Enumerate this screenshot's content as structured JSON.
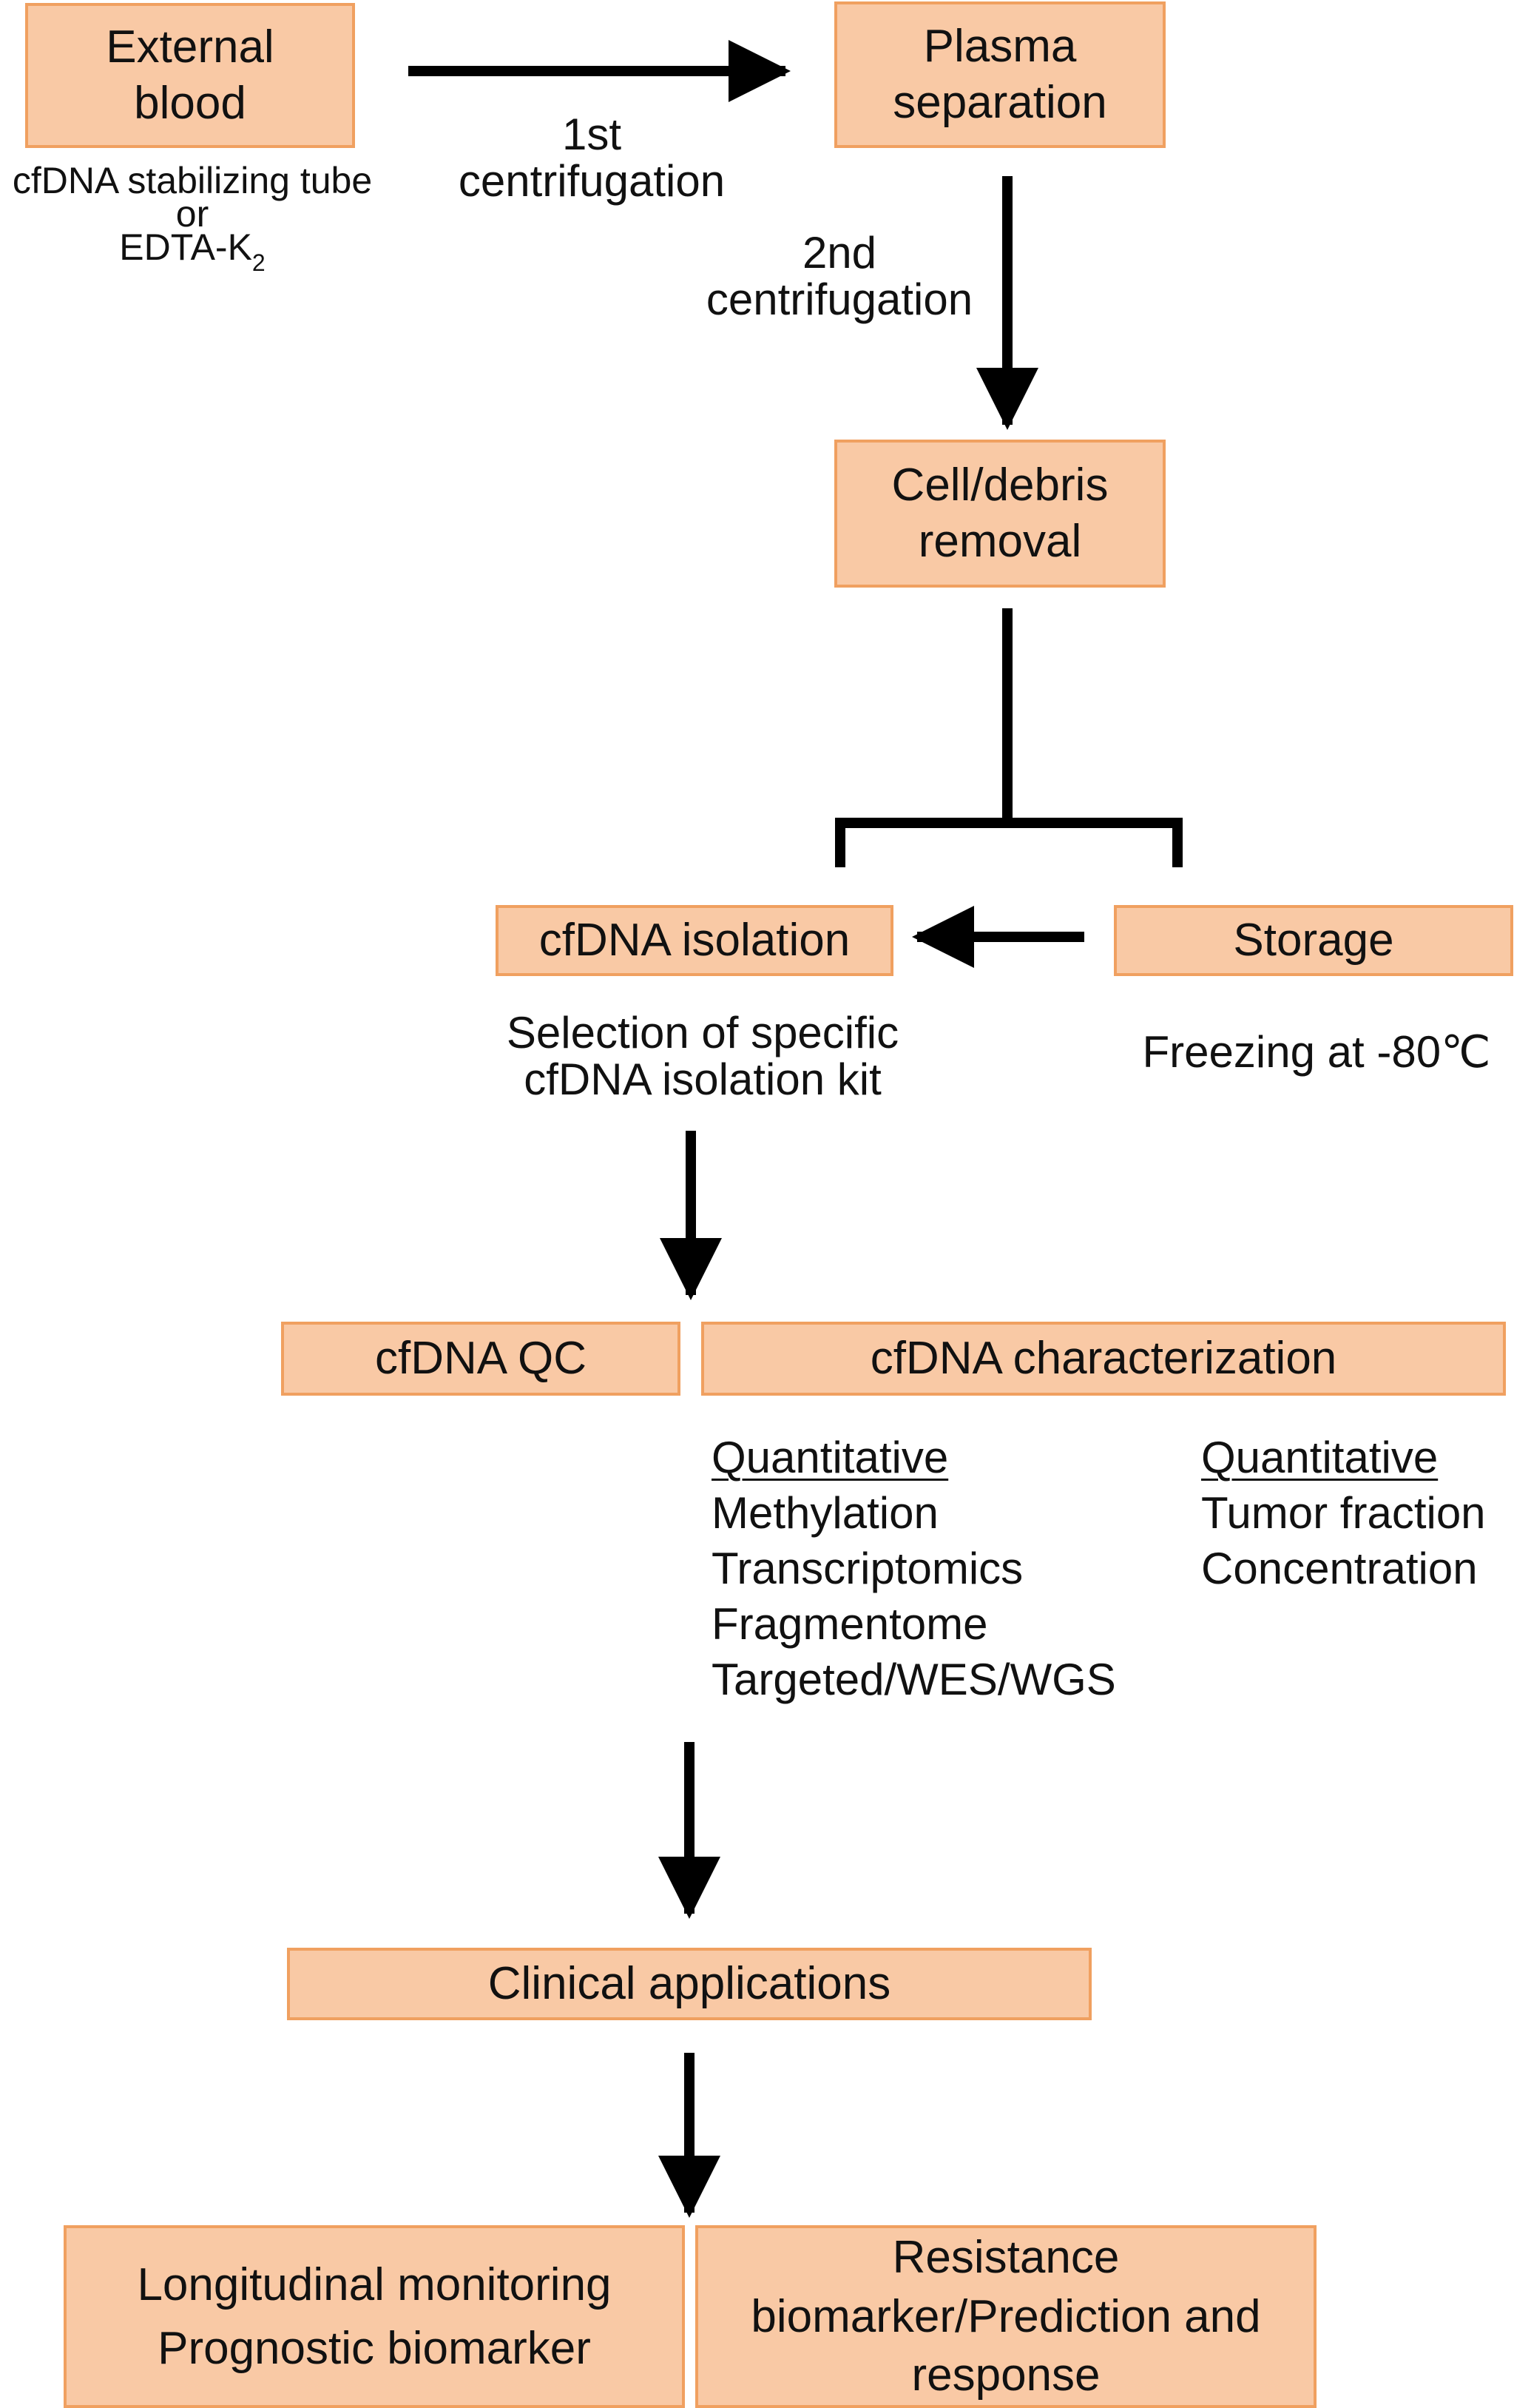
{
  "colors": {
    "box_fill": "#f9c9a5",
    "box_border": "#f0a060",
    "arrow": "#000000",
    "text": "#111111"
  },
  "boxes": {
    "external_blood": {
      "line1": "External",
      "line2": "blood"
    },
    "plasma_separation": {
      "line1": "Plasma",
      "line2": "separation"
    },
    "cell_debris_removal": {
      "line1": "Cell/debris",
      "line2": "removal"
    },
    "cfdna_isolation": {
      "label": "cfDNA isolation"
    },
    "storage": {
      "label": "Storage"
    },
    "cfdna_qc": {
      "label": "cfDNA QC"
    },
    "cfdna_characterization": {
      "label": "cfDNA characterization"
    },
    "clinical_applications": {
      "label": "Clinical applications"
    },
    "longitudinal": {
      "line1": "Longitudinal monitoring",
      "line2": "Prognostic biomarker"
    },
    "resistance": {
      "line1": "Resistance",
      "line2": "biomarker/Prediction and",
      "line3": "response"
    }
  },
  "annotations": {
    "tube": {
      "line1": "cfDNA stabilizing tube",
      "line2": "or",
      "line3_main": "EDTA-K",
      "line3_sub": "2"
    },
    "first_centrifugation": {
      "line1": "1st",
      "line2": "centrifugation"
    },
    "second_centrifugation": {
      "line1": "2nd",
      "line2": "centrifugation"
    },
    "isolation_kit": {
      "line1": "Selection of specific",
      "line2": "cfDNA isolation kit"
    },
    "freezing": {
      "label": "Freezing at -80℃"
    },
    "characterization_left": {
      "heading": "Quantitative",
      "items": [
        "Methylation",
        "Transcriptomics",
        "Fragmentome",
        "Targeted/WES/WGS"
      ]
    },
    "characterization_right": {
      "heading": "Quantitative",
      "items": [
        "Tumor fraction",
        "Concentration"
      ]
    }
  }
}
